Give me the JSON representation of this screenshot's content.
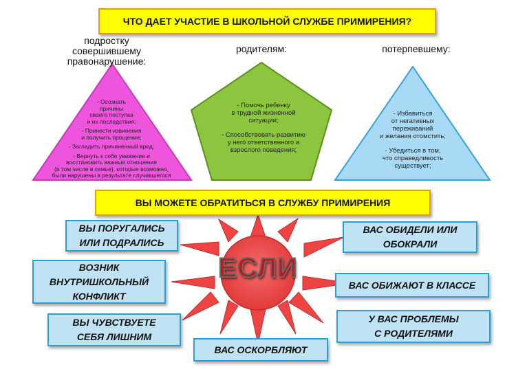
{
  "title": "ЧТО ДАЕТ УЧАСТИЕ В ШКОЛЬНОЙ СЛУЖБЕ ПРИМИРЕНИЯ?",
  "groups": {
    "teen": {
      "heading": "подростку\nсовершившему\nправонарушение:",
      "items": [
        "- Осознать\nпричины\nсвоего поступка\nи их последствия;",
        "- Принести извинения\nи получить прощение;",
        "- Загладить причиненный вред;",
        "- Вернуть к себе уважение и\nвосстановить важные отношения\n(в том числе в семье), которые возможно,\nбыли нарушены в результате случившегося"
      ]
    },
    "parents": {
      "heading": "родителям:",
      "items": [
        "- Помочь ребенку\nв трудной жизненной\nситуации;",
        "- Способствовать развитию\nу него ответственного и\nвзрослого поведения;"
      ]
    },
    "victim": {
      "heading": "потерпевшему:",
      "items": [
        "- Избавиться\nот негативных\nпереживаний\nи желания отомстить;",
        "- Убедиться в том,\nчто справедливость\nсуществует;"
      ]
    }
  },
  "subtitle": "ВЫ МОЖЕТЕ ОБРАТИТЬСЯ В СЛУЖБУ ПРИМИРЕНИЯ",
  "center_word": "ЕСЛИ",
  "situations": [
    "ВЫ ПОРУГАЛИСЬ\nИЛИ ПОДРАЛИСЬ",
    "ВОЗНИК\nВНУТРИШКОЛЬНЫЙ\nКОНФЛИКТ",
    "ВЫ ЧУВСТВУЕТЕ\nСЕБЯ ЛИШНИМ",
    "ВАС ОСКОРБЛЯЮТ",
    "ВАС ОБИДЕЛИ ИЛИ\nОБОКРАЛИ",
    "ВАС ОБИЖАЮТ В КЛАССЕ",
    "У ВАС ПРОБЛЕМЫ\nС РОДИТЕЛЯМИ"
  ],
  "colors": {
    "banner": "#ffff00",
    "triangle_left": "#ee55dd",
    "pentagon": "#8cc63f",
    "triangle_right": "#a8daf5",
    "sun": "#ee4444",
    "box_fill": "#bfe3f4",
    "box_border": "#2a9fd6",
    "center_word": "#c0151a"
  }
}
